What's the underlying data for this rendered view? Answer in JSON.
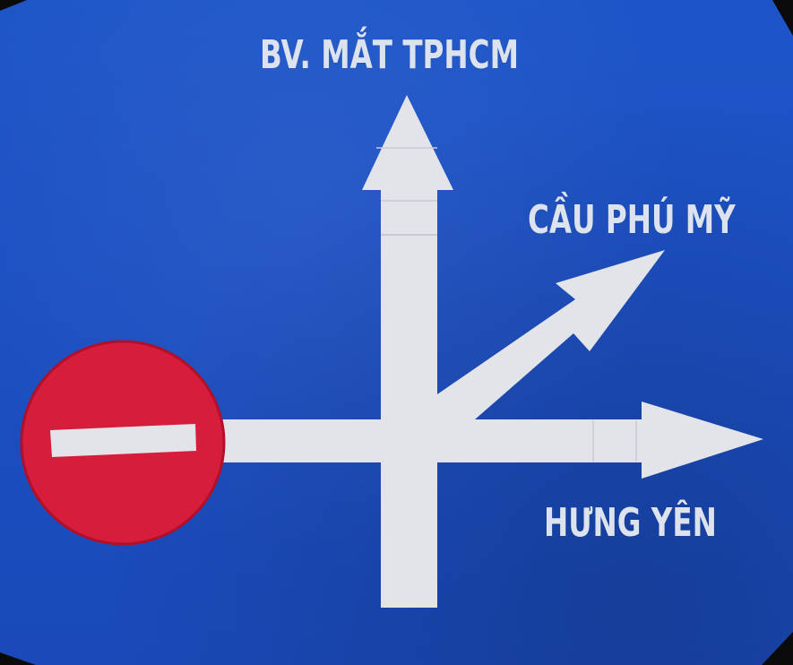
{
  "sign": {
    "background_color": "#1c4fc2",
    "arrow_color": "#e2e4e9",
    "no_entry_color": "#d61e3c",
    "destinations": {
      "straight": "BV. MẮT TPHCM",
      "diagonal_right": "CẦU PHÚ MỸ",
      "right": "HƯNG YÊN"
    },
    "symbols": {
      "no_entry": "no-entry-sign"
    }
  }
}
